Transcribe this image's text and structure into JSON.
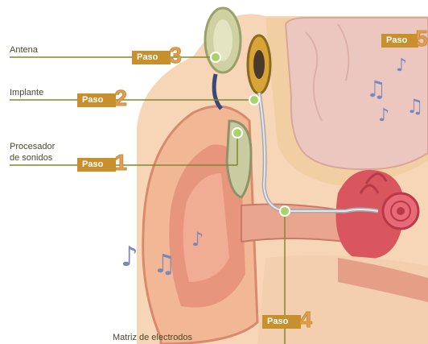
{
  "labels": {
    "antena": "Antena",
    "implante": "Implante",
    "procesador_line1": "Procesador",
    "procesador_line2": "de sonidos",
    "matriz": "Matriz de electrodos"
  },
  "steps": [
    {
      "word": "Paso",
      "num": "1"
    },
    {
      "word": "Paso",
      "num": "2"
    },
    {
      "word": "Paso",
      "num": "3"
    },
    {
      "word": "Paso",
      "num": "4"
    },
    {
      "word": "Paso",
      "num": "5"
    }
  ],
  "icons": [
    "music-note-icon"
  ],
  "colors": {
    "paso_bg": "#c8902c",
    "paso_num": "#e59b5a",
    "leader_line": "#7f8a2a",
    "skin": "#f4c9a3",
    "brain": "#e8c2b8",
    "music": "#7a88b8",
    "cochlea": "#e0566a"
  }
}
